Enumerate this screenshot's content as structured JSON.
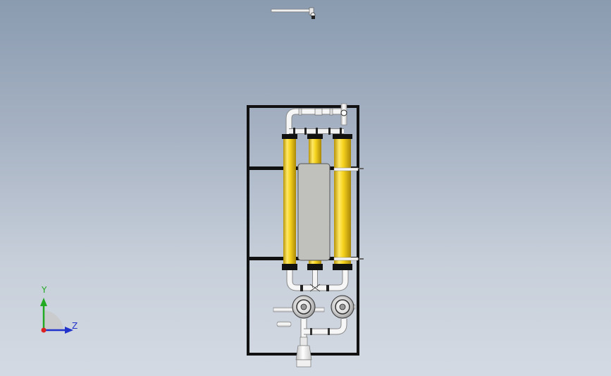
{
  "viewport": {
    "background_top": "#8a9bb0",
    "background_bottom": "#d4dae3"
  },
  "model": {
    "frame_color": "#111111",
    "membrane_color": "#f2cf1a",
    "membrane_highlight": "#fff2a0",
    "pipe_color": "#f4f4f4",
    "panel_color": "#c0c0bc",
    "membrane_count": 3,
    "pump_count": 2
  },
  "axis_triad": {
    "y_label": "Y",
    "z_label": "Z",
    "y_color": "#22aa22",
    "z_color": "#2233cc",
    "x_color": "#dd2222"
  }
}
